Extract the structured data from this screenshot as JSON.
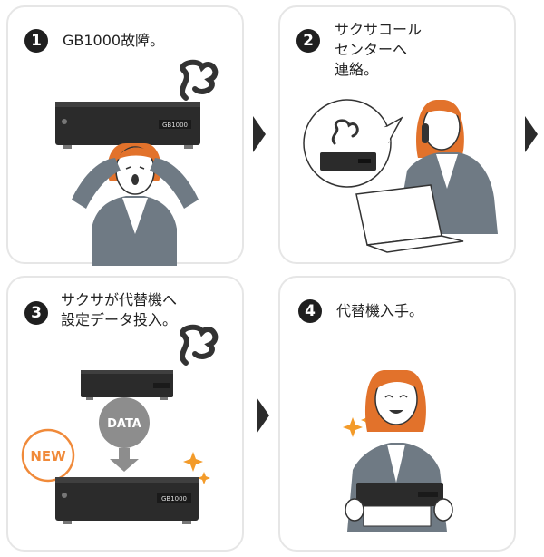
{
  "steps": [
    {
      "number": "1",
      "caption_lines": [
        "GB1000故障。"
      ]
    },
    {
      "number": "2",
      "caption_lines": [
        "サクサコール",
        "センターへ",
        "連絡。"
      ]
    },
    {
      "number": "3",
      "caption_lines": [
        "サクサが代替機へ",
        "設定データ投入。"
      ]
    },
    {
      "number": "4",
      "caption_lines": [
        "代替機入手。"
      ]
    }
  ],
  "device": {
    "model_label": "GB1000"
  },
  "badges": {
    "data_label": "DATA",
    "new_label": "NEW"
  },
  "colors": {
    "hair": "#e2722b",
    "shirt": "#6f7a84",
    "badge_gray": "#8d8d8d",
    "new_orange": "#f08a3a",
    "spark": "#f39b2a"
  }
}
